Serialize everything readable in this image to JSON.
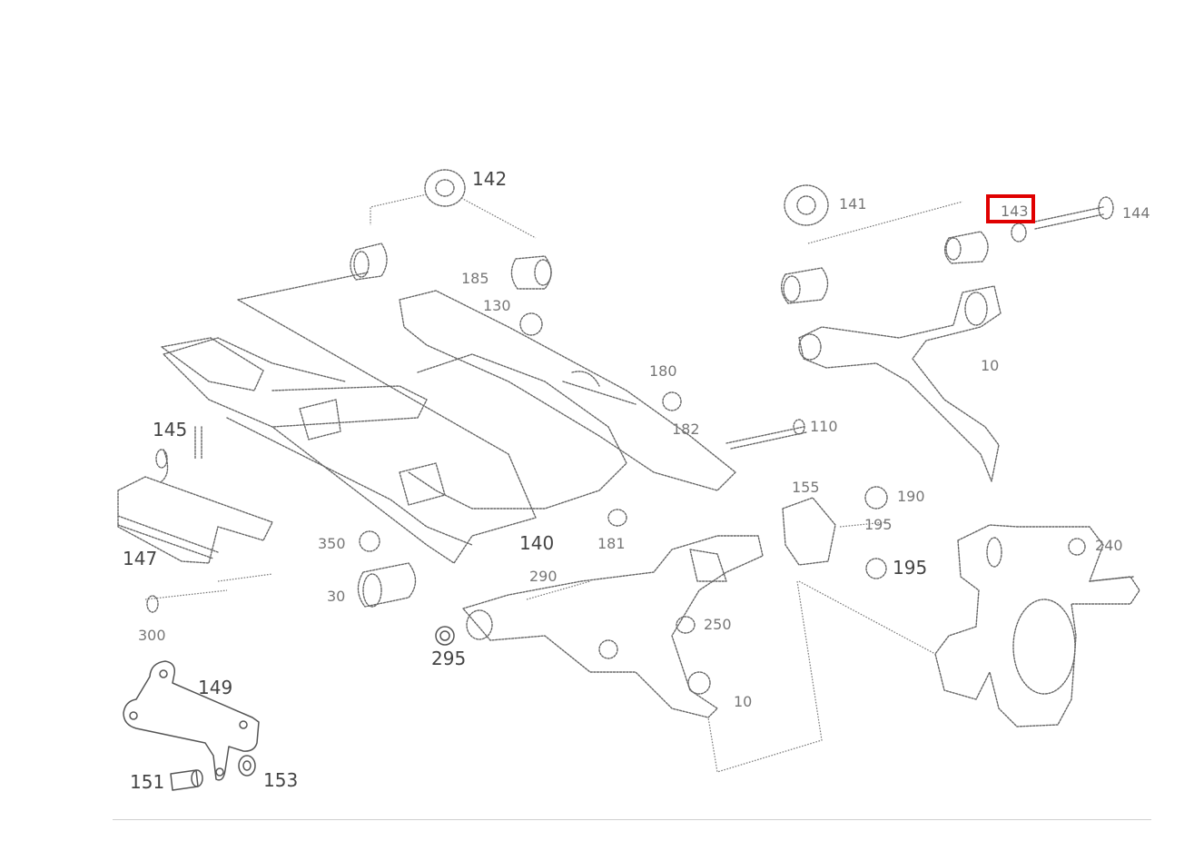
{
  "diagram": {
    "callouts": {
      "c142": "142",
      "c141": "141",
      "c143": "143",
      "c10": "10",
      "c180": "180",
      "c110": "110",
      "c145": "145",
      "c147": "147",
      "c140": "140",
      "c181": "181",
      "c350": "350",
      "c30": "30",
      "c290a": "290",
      "c295": "295",
      "c250": "250",
      "c10b": "10",
      "c155": "155",
      "c190": "190",
      "c195": "195",
      "c240": "240",
      "c300": "300",
      "c149": "149",
      "c151": "151",
      "c153": "153",
      "c130": "130",
      "c185": "185"
    },
    "highlighted_callout": "143"
  }
}
